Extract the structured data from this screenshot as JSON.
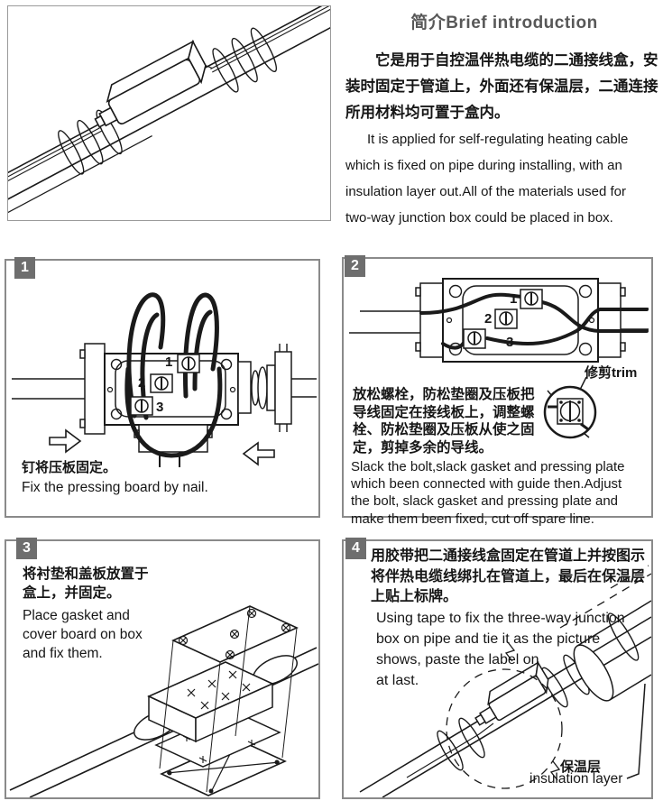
{
  "intro": {
    "title": "简介Brief introduction",
    "zh": "它是用于自控温伴热电缆的二通接线盒，安\n装时固定于管道上，外面还有保温层，二通连接\n所用材料均可置于盒内。",
    "en": "It is applied for self-regulating heating cable\nwhich is fixed on pipe during installing, with an\ninsulation layer out.All of the materials used for\ntwo-way junction box could be placed in box."
  },
  "steps": [
    {
      "number": "1",
      "zh": "钉将压板固定。",
      "en": "Fix the pressing board by nail.",
      "screw_labels": [
        "1",
        "2",
        "3"
      ]
    },
    {
      "number": "2",
      "zh": "放松螺栓，防松垫圈及压板把\n导线固定在接线板上，调整螺\n栓、防松垫圈及压板从使之固\n定，剪掉多余的导线。",
      "en": "Slack the bolt,slack gasket and pressing plate\nwhich been connected with guide then.Adjust\nthe bolt, slack gasket and pressing plate and\nmake them been fixed, cut off spare line.",
      "trim_label": "修剪trim",
      "screw_labels": [
        "1",
        "2",
        "3"
      ]
    },
    {
      "number": "3",
      "zh": "将衬垫和盖板放置于\n盒上，并固定。",
      "en": "Place gasket and\ncover board on box\nand fix them."
    },
    {
      "number": "4",
      "zh": "用胶带把二通接线盒固定在管道上并按图示\n将伴热电缆线绑扎在管道上，最后在保温层\n上贴上标牌。",
      "en": "Using tape to fix the three-way junction\nbox on pipe and tie it as the picture\nshows, paste the label on\nat last.",
      "insulation_label_zh": "保温层",
      "insulation_label_en": "insulation layer"
    }
  ],
  "colors": {
    "badge_bg": "#6e6e6e",
    "badge_text": "#ffffff",
    "panel_border": "#8a8a8a",
    "title_color": "#585858",
    "text_color": "#161616",
    "line_art": "#1a1a1a"
  }
}
